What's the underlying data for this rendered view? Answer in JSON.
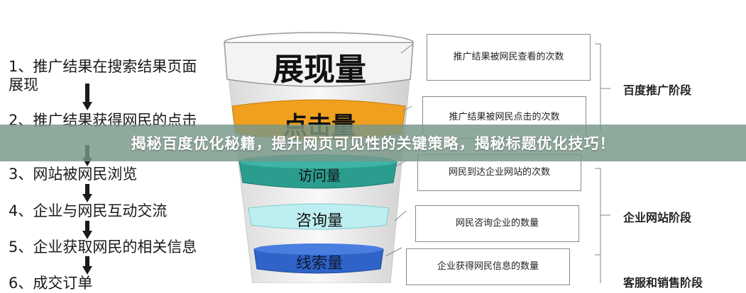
{
  "steps": [
    "1、推广结果在搜索结果页面",
    "展现",
    "2、推广结果获得网民的点击",
    "3、网站被网民浏览",
    "4、企业与网民互动交流",
    "5、企业获取网民的相关信息",
    "6、成交订单"
  ],
  "funnel": {
    "stages": [
      {
        "label": "展现量",
        "color": "#f2f2f2"
      },
      {
        "label": "点击量",
        "color": "#f0a01e"
      },
      {
        "label": "访问量",
        "color": "#2a9d8f"
      },
      {
        "label": "咨询量",
        "color": "#bdeff0"
      },
      {
        "label": "线索量",
        "color": "#2f63c8"
      }
    ]
  },
  "descriptions": [
    "推广结果被网民查看的次数",
    "推广结果被网民点击的次数",
    "网民到达企业网站的次数",
    "网民咨询企业的数量",
    "企业获得网民信息的数量"
  ],
  "phases": [
    "百度推广阶段",
    "企业网站阶段",
    "客服和销售阶段"
  ],
  "banner": {
    "title": "揭秘百度优化秘籍，提升网页可见性的关键策略，揭秘标题优化技巧！"
  },
  "colors": {
    "arrow": "#1a1a1a",
    "banner_bg": "#7a9687"
  }
}
